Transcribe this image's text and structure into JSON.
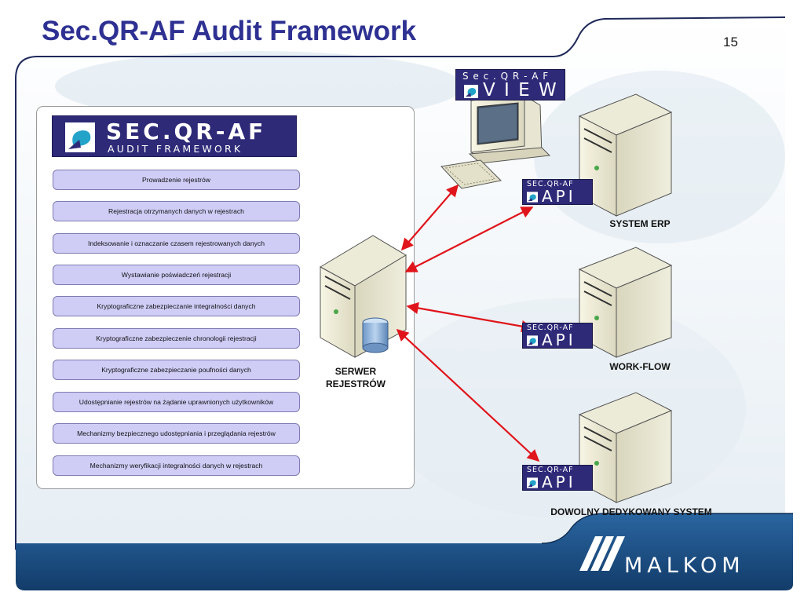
{
  "slide": {
    "title": "Sec.QR-AF Audit Framework",
    "page_number": "15"
  },
  "logo": {
    "brand": "SEC.QR-AF",
    "subtitle": "AUDIT FRAMEWORK"
  },
  "features": [
    "Prowadzenie rejestrów",
    "Rejestracja otrzymanych danych w rejestrach",
    "Indeksowanie i oznaczanie czasem rejestrowanych danych",
    "Wystawianie poświadczeń rejestracji",
    "Kryptograficzne zabezpieczanie integralności danych",
    "Kryptograficzne zabezpieczenie chronologii rejestracji",
    "Kryptograficzne zabezpieczanie poufności danych",
    "Udostępnianie rejestrów na żądanie uprawnionych użytkowników",
    "Mechanizmy bezpiecznego udostępniania i przeglądania rejestrów",
    "Mechanizmy weryfikacji integralności danych w rejestrach"
  ],
  "view_badge": {
    "top": "S e c . Q R - A F",
    "big": "V I E W"
  },
  "api_badge": {
    "top": "SEC.QR-AF",
    "big": "API"
  },
  "nodes": {
    "server_line1": "SERWER",
    "server_line2": "REJESTRÓW",
    "system_erp": "SYSTEM ERP",
    "work_flow": "WORK-FLOW",
    "dedicated": "DOWOLNY DEDYKOWANY SYSTEM"
  },
  "footer": {
    "company": "MALKOM"
  },
  "colors": {
    "title": "#2e3192",
    "badge": "#2e2a78",
    "feature_fill": "#cfcdf6",
    "arrow": "#e0151b",
    "footer": "#1c5085"
  }
}
